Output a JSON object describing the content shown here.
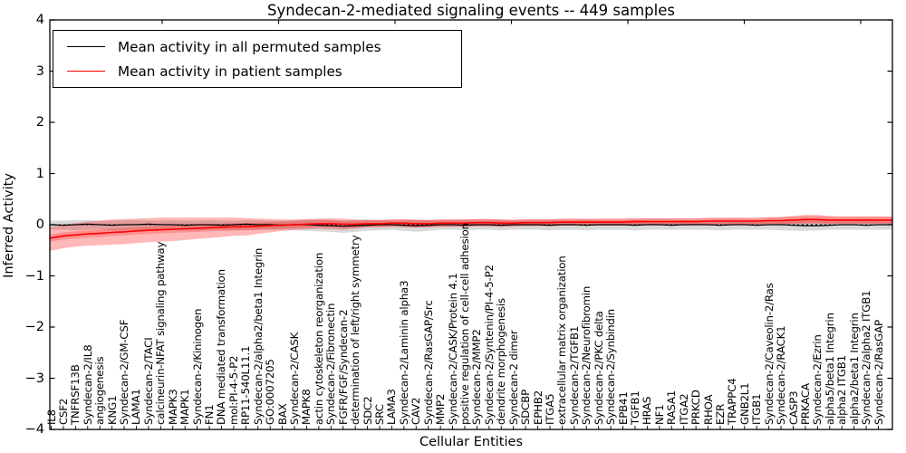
{
  "title": "Syndecan-2-mediated signaling events -- 449 samples",
  "legend": {
    "items": [
      {
        "label": "Mean activity in all permuted samples",
        "color": "#000000"
      },
      {
        "label": "Mean activity in patient samples",
        "color": "#ff0000"
      }
    ]
  },
  "chart_data": {
    "type": "line",
    "title": "Syndecan-2-mediated signaling events -- 449 samples",
    "xlabel": "Cellular Entities",
    "ylabel": "Inferred Activity",
    "ylim": [
      -4,
      4
    ],
    "yticks": [
      4,
      3,
      2,
      1,
      0,
      -1,
      -2,
      -3,
      -4
    ],
    "ytick_labels": [
      "4",
      "3",
      "2",
      "1",
      "0",
      "−1",
      "−2",
      "−3",
      "−4"
    ],
    "grid": false,
    "legend_position": "upper left",
    "zero_line_style": "dotted",
    "categories": [
      "IL8",
      "CSF2",
      "TNFRSF13B",
      "Syndecan-2/IL8",
      "angiogenesis",
      "KNG1",
      "Syndecan-2/GM-CSF",
      "LAMA1",
      "Syndecan-2/TACI",
      "calcineurin-NFAT signaling pathway",
      "MAPK3",
      "MAPK1",
      "Syndecan-2/Kininogen",
      "FN1",
      "DNA mediated transformation",
      "mol:PI-4-5-P2",
      "RP11-540L11.1",
      "Syndecan-2/alpha2/beta1 Integrin",
      "GO:0007205",
      "BAX",
      "Syndecan-2/CASK",
      "MAPK8",
      "actin cytoskeleton reorganization",
      "Syndecan-2/Fibronectin",
      "FGFR/FGF/Syndecan-2",
      "determination of left/right symmetry",
      "SDC2",
      "SRC",
      "LAMA3",
      "Syndecan-2/Laminin alpha3",
      "CAV2",
      "Syndecan-2/RasGAP/Src",
      "MMP2",
      "Syndecan-2/CASK/Protein 4.1",
      "positive regulation of cell-cell adhesion",
      "Syndecan-2/MMP2",
      "Syndecan-2/Syntenin/PI-4-5-P2",
      "dendrite morphogenesis",
      "Syndecan-2 dimer",
      "SDCBP",
      "EPHB2",
      "ITGA5",
      "extracellular matrix organization",
      "Syndecan-2/TGFB1",
      "Syndecan-2/Neurofibromin",
      "Syndecan-2/PKC delta",
      "Syndecan-2/Synbindin",
      "EPB41",
      "TGFB1",
      "HRAS",
      "NF1",
      "RASA1",
      "ITGA2",
      "PRKCD",
      "RHOA",
      "EZR",
      "TRAPPC4",
      "GNB2L1",
      "ITGB1",
      "Syndecan-2/Caveolin-2/Ras",
      "Syndecan-2/RACK1",
      "CASP3",
      "PRKACA",
      "Syndecan-2/Ezrin",
      "alpha5/beta1 Integrin",
      "alpha2 ITGB1",
      "alpha2/beta1 Integrin",
      "Syndecan-2/alpha2 ITGB1",
      "Syndecan-2/RasGAP"
    ],
    "series": [
      {
        "name": "Mean activity in all permuted samples",
        "color": "#000000",
        "band_color": "#aaaaaa",
        "band_opacity": 0.45,
        "values": [
          0.0,
          -0.01,
          0.0,
          0.01,
          0.0,
          -0.01,
          0.0,
          0.0,
          0.01,
          0.0,
          0.0,
          -0.01,
          0.0,
          0.0,
          -0.01,
          0.0,
          0.01,
          0.0,
          0.0,
          -0.01,
          0.0,
          0.0,
          -0.01,
          -0.02,
          -0.03,
          -0.02,
          -0.01,
          0.0,
          0.0,
          -0.01,
          -0.02,
          -0.01,
          0.0,
          0.0,
          -0.01,
          0.0,
          0.0,
          -0.01,
          0.0,
          0.0,
          0.0,
          -0.01,
          0.0,
          0.0,
          -0.01,
          0.0,
          0.0,
          0.0,
          -0.01,
          0.0,
          0.0,
          -0.01,
          0.0,
          0.0,
          0.0,
          -0.01,
          0.0,
          0.0,
          -0.01,
          0.0,
          0.0,
          -0.01,
          -0.02,
          -0.02,
          -0.01,
          0.0,
          0.0,
          -0.01,
          0.0
        ],
        "band_upper": [
          0.08,
          0.08,
          0.09,
          0.09,
          0.08,
          0.08,
          0.09,
          0.09,
          0.08,
          0.08,
          0.09,
          0.08,
          0.08,
          0.09,
          0.08,
          0.08,
          0.09,
          0.09,
          0.08,
          0.08,
          0.09,
          0.1,
          0.1,
          0.09,
          0.08,
          0.09,
          0.1,
          0.09,
          0.08,
          0.08,
          0.09,
          0.09,
          0.08,
          0.08,
          0.09,
          0.08,
          0.08,
          0.09,
          0.08,
          0.08,
          0.08,
          0.09,
          0.08,
          0.08,
          0.09,
          0.08,
          0.08,
          0.08,
          0.09,
          0.08,
          0.08,
          0.08,
          0.09,
          0.08,
          0.08,
          0.09,
          0.08,
          0.08,
          0.08,
          0.08,
          0.08,
          0.09,
          0.09,
          0.08,
          0.08,
          0.08,
          0.08,
          0.08,
          0.08
        ],
        "band_lower": [
          -0.1,
          -0.1,
          -0.11,
          -0.1,
          -0.1,
          -0.11,
          -0.1,
          -0.1,
          -0.11,
          -0.1,
          -0.1,
          -0.1,
          -0.11,
          -0.1,
          -0.1,
          -0.11,
          -0.1,
          -0.1,
          -0.1,
          -0.1,
          -0.11,
          -0.12,
          -0.13,
          -0.14,
          -0.16,
          -0.14,
          -0.12,
          -0.11,
          -0.1,
          -0.12,
          -0.14,
          -0.12,
          -0.1,
          -0.1,
          -0.11,
          -0.1,
          -0.1,
          -0.11,
          -0.1,
          -0.1,
          -0.1,
          -0.11,
          -0.1,
          -0.1,
          -0.11,
          -0.1,
          -0.1,
          -0.1,
          -0.11,
          -0.1,
          -0.1,
          -0.1,
          -0.1,
          -0.1,
          -0.1,
          -0.11,
          -0.1,
          -0.1,
          -0.1,
          -0.1,
          -0.11,
          -0.12,
          -0.12,
          -0.11,
          -0.1,
          -0.1,
          -0.1,
          -0.1,
          -0.1
        ]
      },
      {
        "name": "Mean activity in patient samples",
        "color": "#ff0000",
        "band_color": "#ff0000",
        "band_opacity": 0.28,
        "inner_band_halfwidth": 0.07,
        "values": [
          -0.26,
          -0.22,
          -0.2,
          -0.18,
          -0.17,
          -0.15,
          -0.14,
          -0.12,
          -0.11,
          -0.1,
          -0.09,
          -0.08,
          -0.07,
          -0.06,
          -0.05,
          -0.04,
          -0.04,
          -0.03,
          -0.02,
          -0.01,
          0.0,
          0.01,
          0.02,
          0.02,
          0.01,
          0.01,
          0.02,
          0.02,
          0.03,
          0.03,
          0.02,
          0.02,
          0.03,
          0.03,
          0.03,
          0.04,
          0.04,
          0.03,
          0.03,
          0.04,
          0.04,
          0.04,
          0.05,
          0.05,
          0.05,
          0.05,
          0.05,
          0.05,
          0.06,
          0.06,
          0.06,
          0.06,
          0.06,
          0.06,
          0.07,
          0.07,
          0.07,
          0.07,
          0.07,
          0.08,
          0.08,
          0.09,
          0.1,
          0.1,
          0.09,
          0.09,
          0.09,
          0.09,
          0.09
        ],
        "band_upper": [
          -0.04,
          0.0,
          0.03,
          0.06,
          0.08,
          0.1,
          0.11,
          0.12,
          0.13,
          0.14,
          0.14,
          0.14,
          0.14,
          0.14,
          0.14,
          0.14,
          0.13,
          0.12,
          0.11,
          0.1,
          0.1,
          0.11,
          0.12,
          0.13,
          0.12,
          0.1,
          0.09,
          0.09,
          0.1,
          0.11,
          0.1,
          0.09,
          0.1,
          0.1,
          0.1,
          0.11,
          0.11,
          0.1,
          0.09,
          0.1,
          0.1,
          0.1,
          0.11,
          0.11,
          0.11,
          0.11,
          0.11,
          0.11,
          0.12,
          0.12,
          0.12,
          0.12,
          0.12,
          0.12,
          0.13,
          0.13,
          0.13,
          0.13,
          0.13,
          0.14,
          0.15,
          0.17,
          0.19,
          0.19,
          0.17,
          0.16,
          0.16,
          0.16,
          0.16
        ],
        "band_lower": [
          -0.51,
          -0.46,
          -0.43,
          -0.41,
          -0.4,
          -0.39,
          -0.38,
          -0.36,
          -0.34,
          -0.33,
          -0.32,
          -0.3,
          -0.28,
          -0.26,
          -0.24,
          -0.22,
          -0.21,
          -0.18,
          -0.15,
          -0.12,
          -0.1,
          -0.09,
          -0.08,
          -0.09,
          -0.1,
          -0.08,
          -0.05,
          -0.05,
          -0.04,
          -0.05,
          -0.06,
          -0.05,
          -0.04,
          -0.04,
          -0.04,
          -0.03,
          -0.03,
          -0.04,
          -0.03,
          -0.02,
          -0.02,
          -0.02,
          -0.01,
          -0.01,
          -0.01,
          -0.01,
          -0.01,
          -0.01,
          0.0,
          0.0,
          0.0,
          0.0,
          0.0,
          0.0,
          0.01,
          0.01,
          0.01,
          0.01,
          0.01,
          0.02,
          0.01,
          0.01,
          0.01,
          0.01,
          0.01,
          0.02,
          0.02,
          0.02,
          0.02
        ]
      }
    ]
  }
}
